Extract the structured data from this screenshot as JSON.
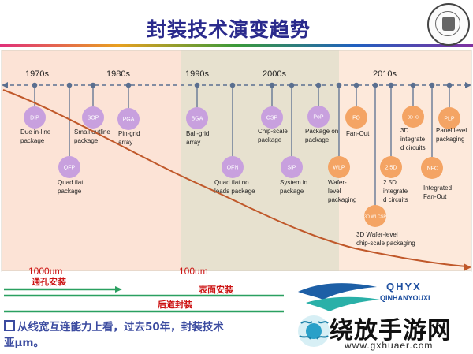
{
  "title": "封装技术演变趋势",
  "decades": [
    "1970s",
    "1980s",
    "1990s",
    "2000s",
    "2010s"
  ],
  "packages": [
    {
      "abbr": "DIP",
      "label": [
        "Due in-line",
        "package"
      ]
    },
    {
      "abbr": "QFP",
      "label": [
        "Quad flat",
        "package"
      ]
    },
    {
      "abbr": "SOP",
      "label": [
        "Small outline",
        "package"
      ]
    },
    {
      "abbr": "PGA",
      "label": [
        "Pin-grid",
        "array"
      ]
    },
    {
      "abbr": "BGA",
      "label": [
        "Ball-grid",
        "array"
      ]
    },
    {
      "abbr": "QFN",
      "label": [
        "Quad flat no",
        "leads package"
      ]
    },
    {
      "abbr": "CSP",
      "label": [
        "Chip-scale",
        "package"
      ]
    },
    {
      "abbr": "SiP",
      "label": [
        "System in",
        "package"
      ]
    },
    {
      "abbr": "PoP",
      "label": [
        "Package on",
        "package"
      ]
    },
    {
      "abbr": "FO",
      "label": [
        "Fan-Out"
      ]
    },
    {
      "abbr": "WLP",
      "label": [
        "Wafer-",
        "level",
        "packaging"
      ]
    },
    {
      "abbr": "3D WLCSP",
      "label": [
        "3D Wafer-level",
        "chip-scale packaging"
      ]
    },
    {
      "abbr": "2.5D",
      "label": [
        "2.5D",
        "integrate",
        "d circuits"
      ]
    },
    {
      "abbr": "3D IC",
      "label": [
        "3D",
        "integrate",
        "d circuits"
      ]
    },
    {
      "abbr": "INFO",
      "label": [
        "Integrated",
        "Fan-Out"
      ]
    },
    {
      "abbr": "PLP",
      "label": [
        "Panel level",
        "packaging"
      ]
    }
  ],
  "bottom": {
    "scale_left": "1000um",
    "scale_right": "100um",
    "through_hole": "通孔安装",
    "surface_mount": "表面安装",
    "backend": "后道封装"
  },
  "footnote": [
    "从线宽互连能力上看，过去50年，封装技术",
    "亚μm。"
  ],
  "watermark": {
    "brand": "QHYX",
    "sub": "QINHANYOUXI",
    "name": "绕放手游网",
    "url": "www.gxhuaer.com"
  },
  "colors": {
    "title": "#2a2a8c",
    "era1": "#fce3d6",
    "era2": "#e5e0cf",
    "era3": "#fde7d8",
    "purple": "#c8a0de",
    "orange": "#f4a464",
    "curve": "#c0582a"
  }
}
